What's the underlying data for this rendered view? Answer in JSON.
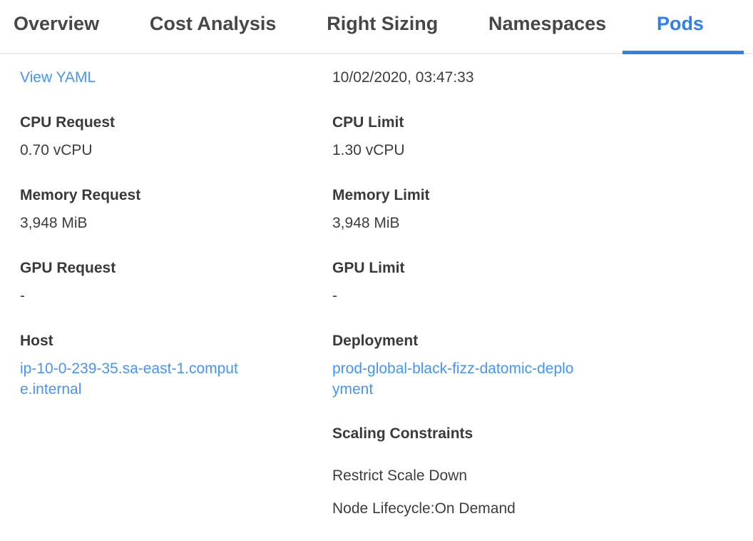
{
  "tabs": {
    "items": [
      {
        "label": "Overview",
        "active": false
      },
      {
        "label": "Cost Analysis",
        "active": false
      },
      {
        "label": "Right Sizing",
        "active": false
      },
      {
        "label": "Namespaces",
        "active": false
      },
      {
        "label": "Pods",
        "active": true
      }
    ]
  },
  "panel": {
    "view_yaml_link": "View YAML",
    "timestamp": "10/02/2020, 03:47:33",
    "fields_left": [
      {
        "label": "CPU Request",
        "value": "0.70 vCPU"
      },
      {
        "label": "Memory Request",
        "value": "3,948 MiB"
      },
      {
        "label": "GPU Request",
        "value": "-"
      },
      {
        "label": "Host",
        "value": "ip-10-0-239-35.sa-east-1.compute.internal"
      }
    ],
    "fields_right": [
      {
        "label": "CPU Limit",
        "value": "1.30 vCPU"
      },
      {
        "label": "Memory Limit",
        "value": "3,948 MiB"
      },
      {
        "label": "GPU Limit",
        "value": "-"
      },
      {
        "label": "Deployment",
        "value": "prod-global-black-fizz-datomic-deployment"
      }
    ],
    "scaling_constraints": {
      "title": "Scaling Constraints",
      "items": [
        "Restrict Scale Down",
        "Node Lifecycle:On Demand"
      ]
    }
  },
  "colors": {
    "active_tab": "#2f80ed",
    "tab_underline": "#2f80ed",
    "link": "#4795f3",
    "tab_text": "#474747",
    "body_text": "#3d3d3d",
    "divider": "#ececec"
  }
}
